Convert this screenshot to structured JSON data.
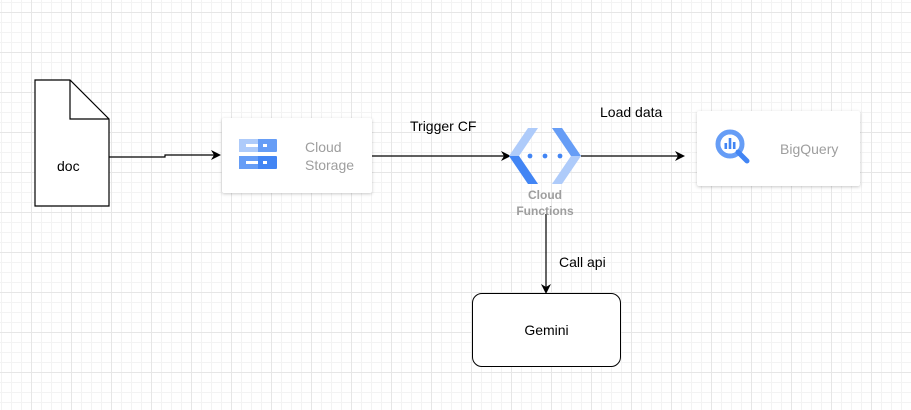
{
  "nodes": {
    "doc": {
      "label": "doc"
    },
    "cloud_storage": {
      "label_line1": "Cloud",
      "label_line2": "Storage",
      "icon": "cloud-storage-icon"
    },
    "cloud_functions": {
      "label_line1": "Cloud",
      "label_line2": "Functions",
      "icon": "cloud-functions-icon"
    },
    "bigquery": {
      "label": "BigQuery",
      "icon": "bigquery-icon"
    },
    "gemini": {
      "label": "Gemini"
    }
  },
  "edges": {
    "doc_to_storage": {
      "label": ""
    },
    "storage_to_functions": {
      "label": "Trigger CF"
    },
    "functions_to_bigquery": {
      "label": "Load data"
    },
    "functions_to_gemini": {
      "label": "Call api"
    }
  },
  "colors": {
    "gcp_blue": "#4285f4",
    "gcp_light_blue": "#aecbfa",
    "node_label_gray": "#9e9e9e",
    "grid_line": "#e6e6e6"
  }
}
